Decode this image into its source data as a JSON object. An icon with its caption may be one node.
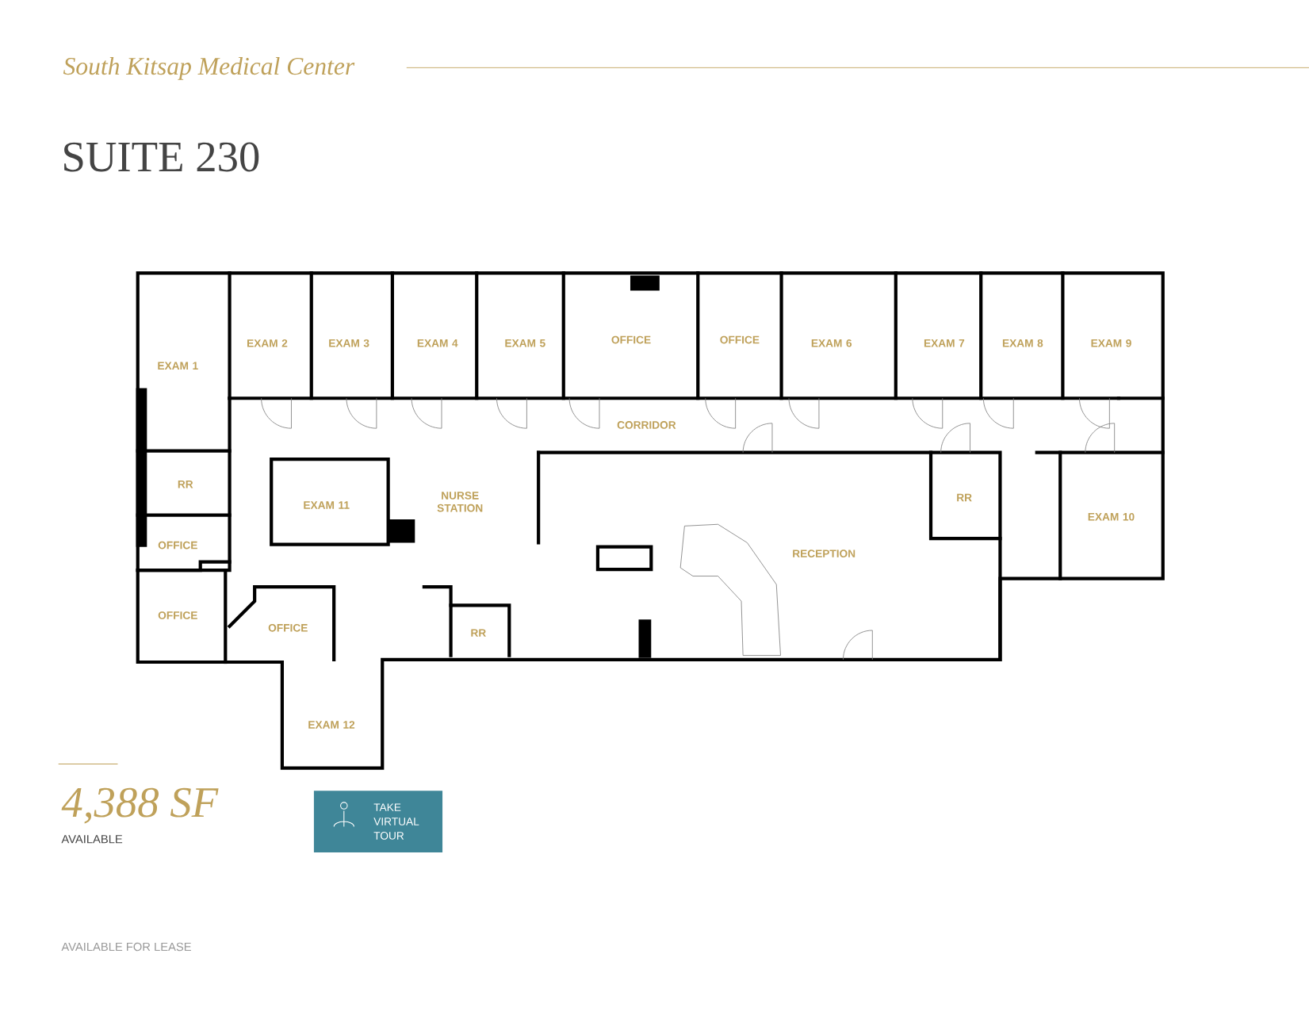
{
  "diagram": {
    "title": "SUITE 230",
    "nodes": [
      {
        "text": [
          "TAKE VIRTUAL TOUR"
        ]
      }
    ],
    "labels": [
      "South Kitsap Medical Center",
      "EXAM 1",
      "EXAM 2",
      "EXAM 3",
      "EXAM 4",
      "EXAM 5",
      "OFFICE",
      "OFFICE",
      "EXAM 6",
      "EXAM 7",
      "EXAM 8",
      "EXAM 9",
      "CORRIDOR",
      "RR",
      "EXAM 11",
      "NURSE STATION",
      "RR",
      "EXAM 10",
      "RECEPTION",
      "OFFICE",
      "OFFICE",
      "OFFICE",
      "RR",
      "EXAM 12",
      "4,388 SF",
      "AVAILABLE",
      "AVAILABLE FOR LEASE"
    ]
  }
}
